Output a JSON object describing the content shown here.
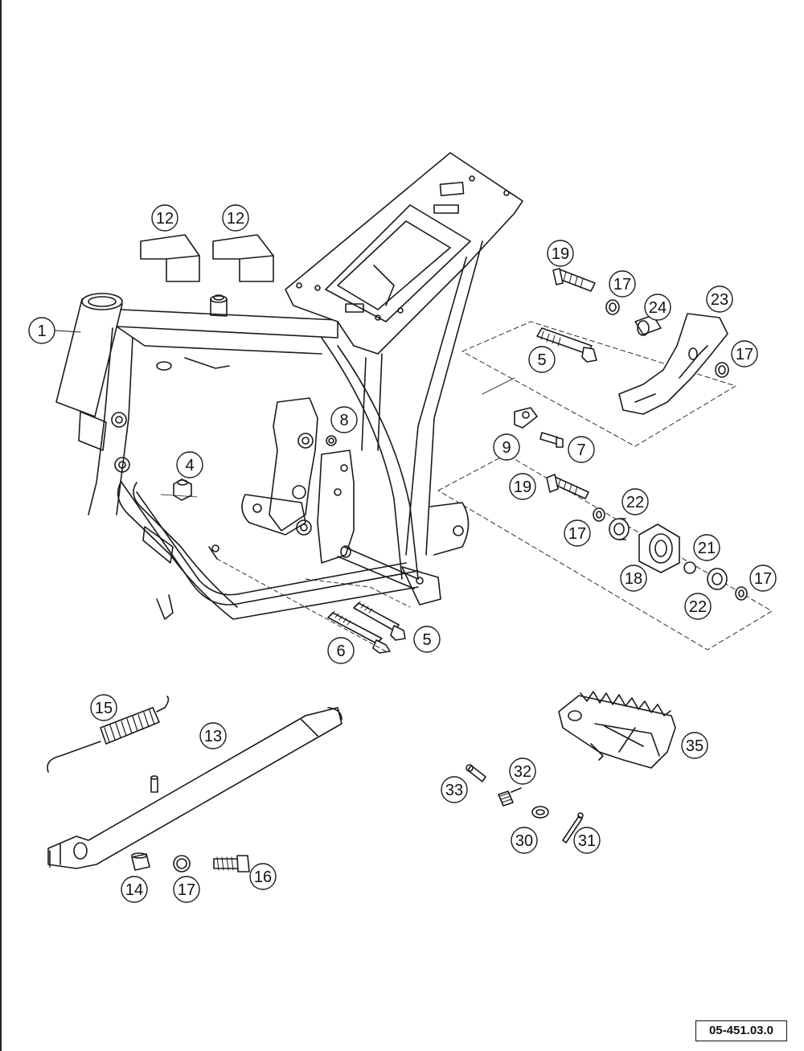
{
  "diagram": {
    "reference_code": "05-451.03.0",
    "callouts": [
      {
        "part": "frame",
        "label": "1"
      },
      {
        "part": "frame-protector-left",
        "label": "12"
      },
      {
        "part": "frame-protector-right",
        "label": "12"
      },
      {
        "part": "nut-frame",
        "label": "4"
      },
      {
        "part": "spacer-frame",
        "label": "8"
      },
      {
        "part": "bolt-frame-lower",
        "label": "5"
      },
      {
        "part": "bolt-frame-long",
        "label": "6"
      },
      {
        "part": "bolt-footbrake-pivot",
        "label": "5"
      },
      {
        "part": "bolt-brake-lever",
        "label": "19"
      },
      {
        "part": "washer-brake-upper",
        "label": "17"
      },
      {
        "part": "bushing-brake",
        "label": "24"
      },
      {
        "part": "brake-lever",
        "label": "23"
      },
      {
        "part": "washer-brake-lever",
        "label": "17"
      },
      {
        "part": "clip",
        "label": "9"
      },
      {
        "part": "screw-clip",
        "label": "7"
      },
      {
        "part": "bolt-roller",
        "label": "19"
      },
      {
        "part": "washer-roller-left",
        "label": "17"
      },
      {
        "part": "bearing-left",
        "label": "22"
      },
      {
        "part": "roller",
        "label": "18"
      },
      {
        "part": "spacer-roller",
        "label": "21"
      },
      {
        "part": "bearing-right",
        "label": "22"
      },
      {
        "part": "washer-roller-right",
        "label": "17"
      },
      {
        "part": "spring-sidestand",
        "label": "15"
      },
      {
        "part": "sidestand",
        "label": "13"
      },
      {
        "part": "bushing-sidestand",
        "label": "14"
      },
      {
        "part": "washer-sidestand",
        "label": "17"
      },
      {
        "part": "bolt-sidestand",
        "label": "16"
      },
      {
        "part": "footrest",
        "label": "35"
      },
      {
        "part": "pin-footrest",
        "label": "33"
      },
      {
        "part": "spring-footrest",
        "label": "32"
      },
      {
        "part": "washer-footrest",
        "label": "30"
      },
      {
        "part": "cotter-pin",
        "label": "31"
      }
    ]
  }
}
